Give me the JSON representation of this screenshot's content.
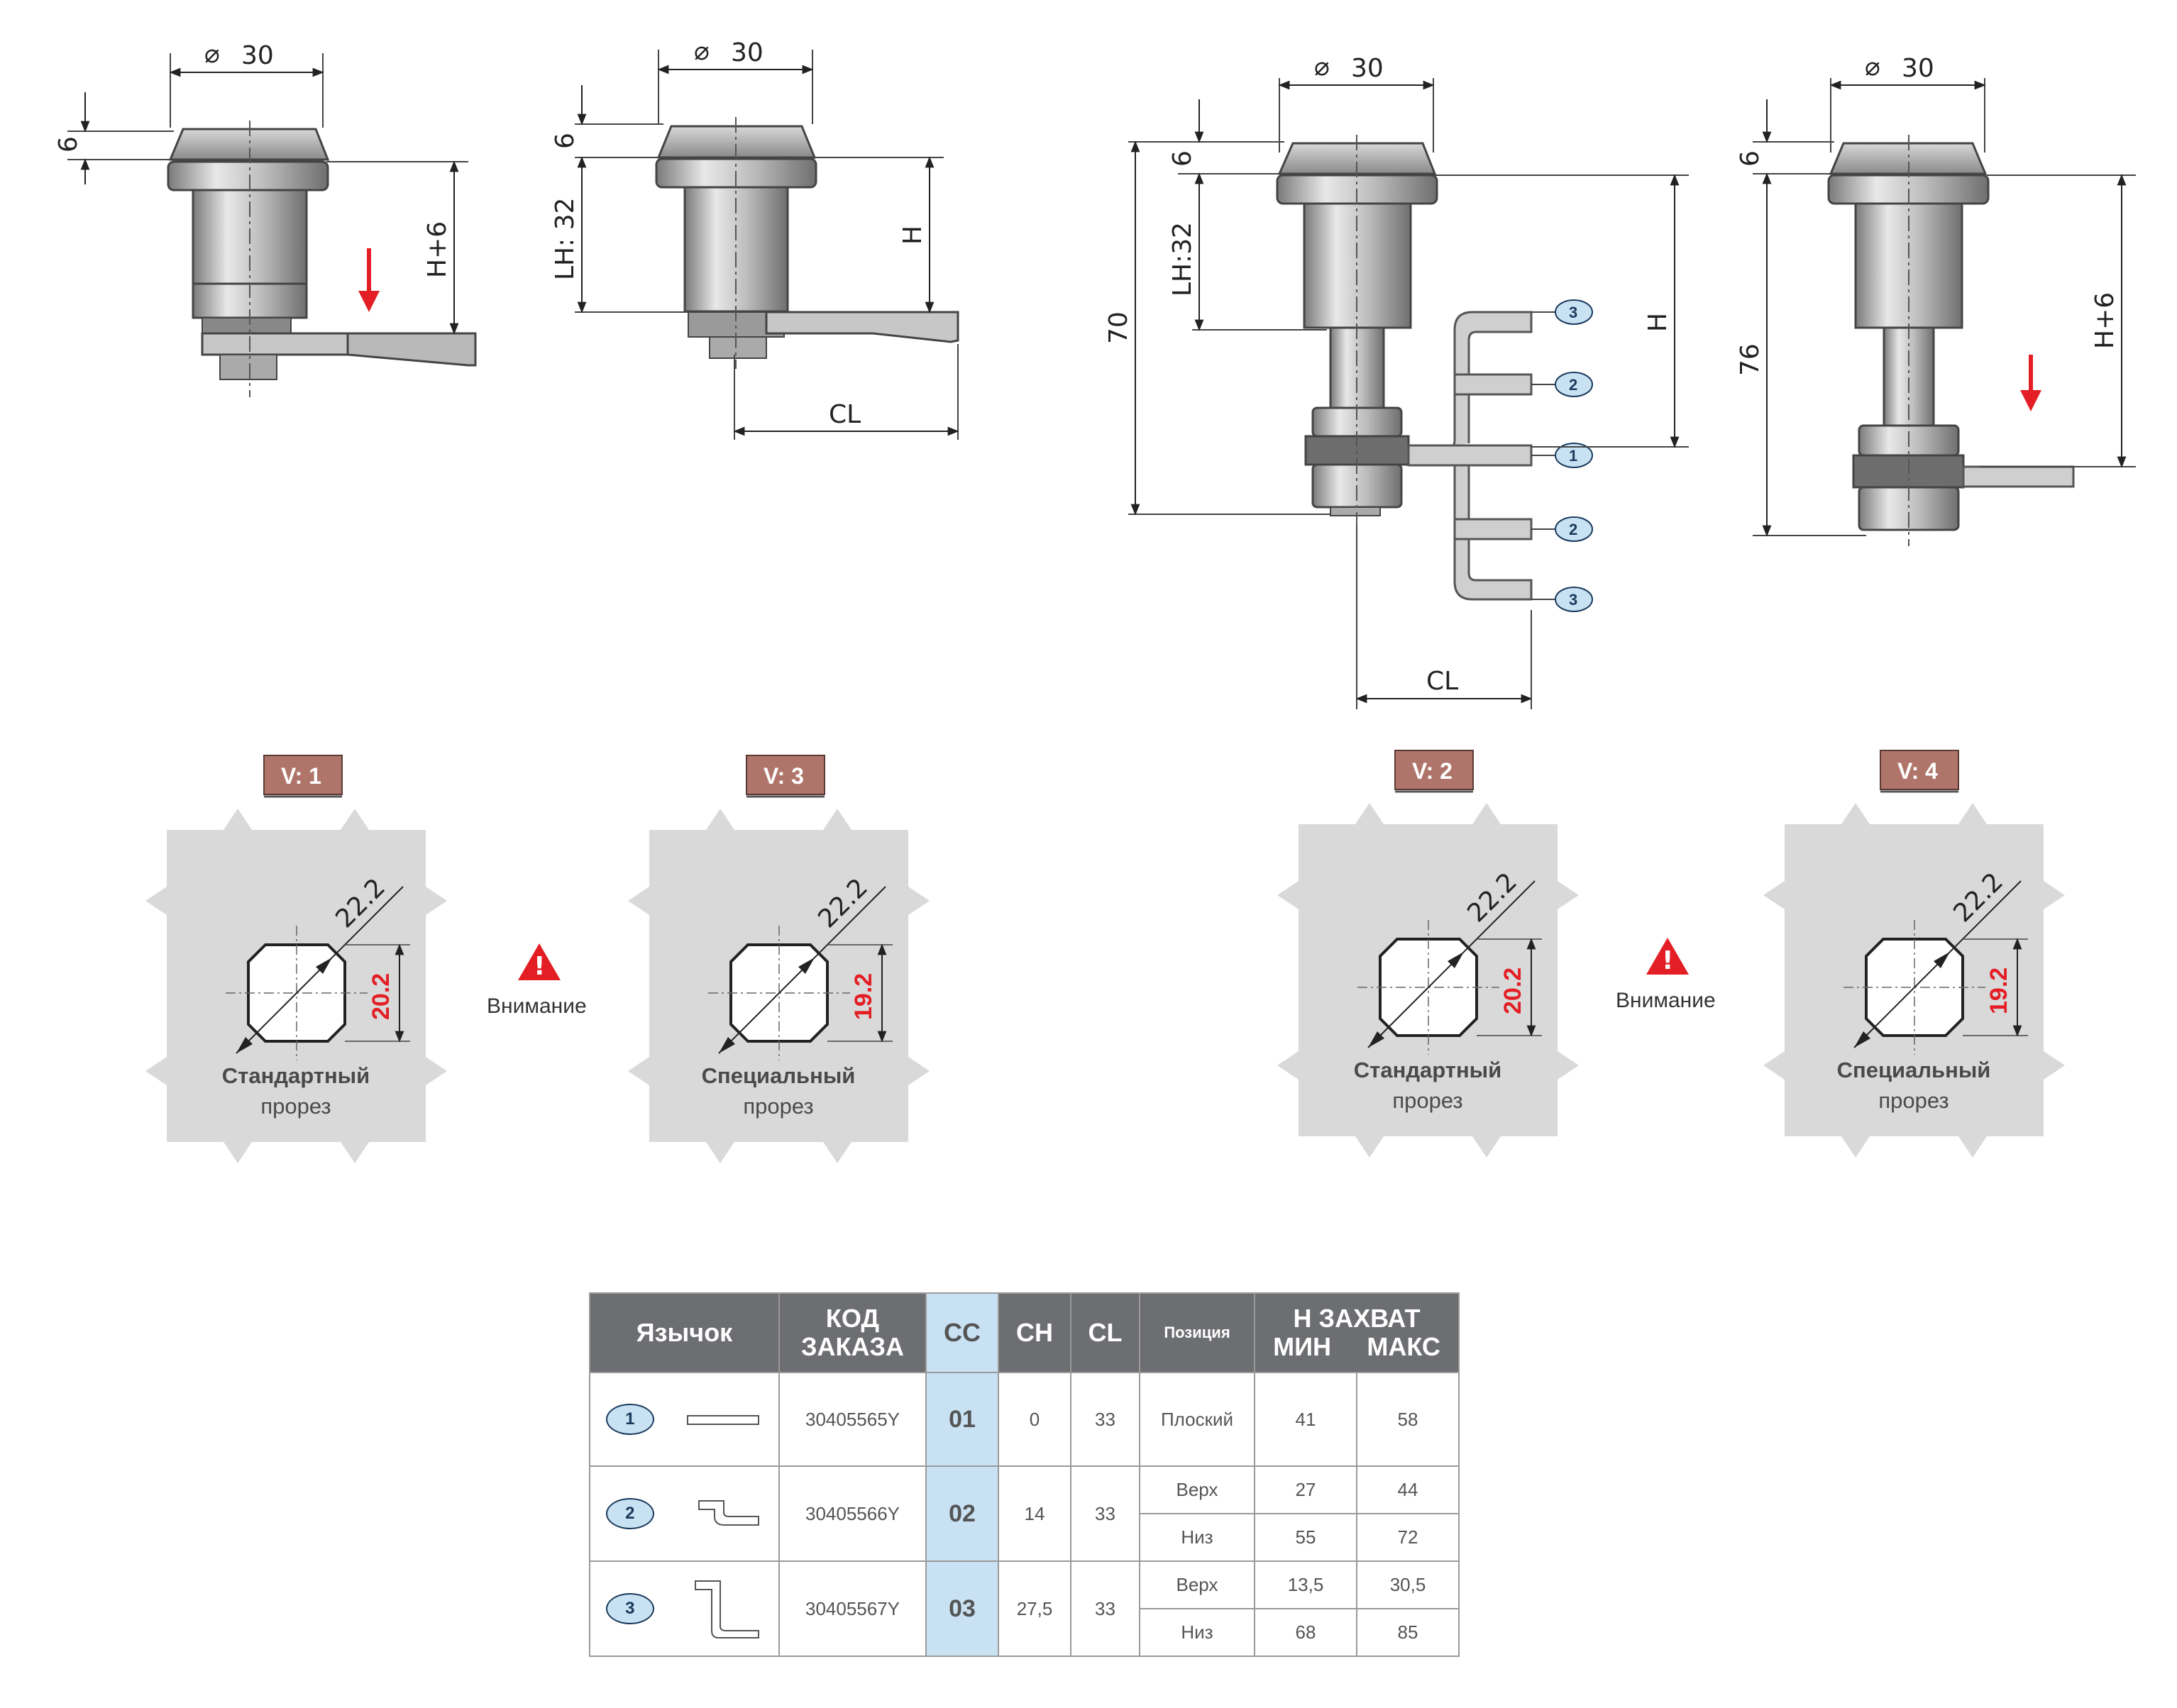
{
  "drawings": {
    "diam_label": "30",
    "dim_6": "6",
    "dim_h_plus6": "H+6",
    "dim_lh32_a": "LH: 32",
    "dim_lh32_b": "LH:32",
    "dim_h": "H",
    "dim_cl": "CL",
    "dim_70": "70",
    "dim_76": "76",
    "positions": [
      "1",
      "2",
      "3"
    ]
  },
  "cutouts": [
    {
      "tag": "V: 1",
      "diag": "22.2",
      "height": "20.2",
      "label1": "Стандартный",
      "label2": "прорез"
    },
    {
      "tag": "V: 3",
      "diag": "22.2",
      "height": "19.2",
      "label1": "Специальный",
      "label2": "прорез"
    },
    {
      "tag": "V: 2",
      "diag": "22.2",
      "height": "20.2",
      "label1": "Стандартный",
      "label2": "прорез"
    },
    {
      "tag": "V: 4",
      "diag": "22.2",
      "height": "19.2",
      "label1": "Специальный",
      "label2": "прорез"
    }
  ],
  "warning": {
    "text": "Внимание",
    "symbol": "!"
  },
  "colors": {
    "tag_bg": "#b0756a",
    "plate": "#d9d9d9",
    "accent_red": "#e31e24",
    "cc_bg": "#c9e2f3",
    "header_bg": "#6d6e71"
  },
  "table": {
    "headers": {
      "tongue": "Язычок",
      "code_1": "КОД",
      "code_2": "ЗАКАЗА",
      "cc": "CC",
      "ch": "CH",
      "cl": "CL",
      "position": "Позиция",
      "h_grip": "H ЗАХВАТ",
      "min": "МИН",
      "max": "МАКС"
    },
    "rows": [
      {
        "num": "1",
        "code": "30405565Y",
        "cc": "01",
        "ch": "0",
        "cl": "33",
        "sub": [
          {
            "pos": "Плоский",
            "min": "41",
            "max": "58"
          }
        ]
      },
      {
        "num": "2",
        "code": "30405566Y",
        "cc": "02",
        "ch": "14",
        "cl": "33",
        "sub": [
          {
            "pos": "Верх",
            "min": "27",
            "max": "44"
          },
          {
            "pos": "Низ",
            "min": "55",
            "max": "72"
          }
        ]
      },
      {
        "num": "3",
        "code": "30405567Y",
        "cc": "03",
        "ch": "27,5",
        "cl": "33",
        "sub": [
          {
            "pos": "Верх",
            "min": "13,5",
            "max": "30,5"
          },
          {
            "pos": "Низ",
            "min": "68",
            "max": "85"
          }
        ]
      }
    ]
  }
}
